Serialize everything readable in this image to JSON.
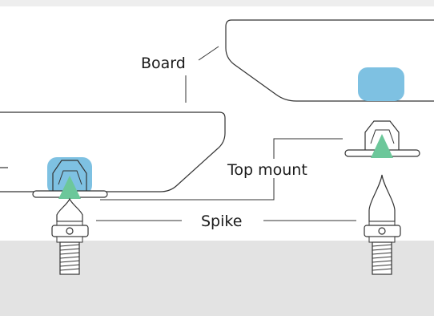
{
  "labels": {
    "board": "Board",
    "top_mount": "Top mount",
    "spike": "Spike"
  },
  "colors": {
    "background_top": "#eeeeee",
    "background_ground": "#e3e3e3",
    "board_fill": "#ffffff",
    "outline": "#333333",
    "mount_blue": "#7ec1e2",
    "cone_green": "#6cc79a"
  }
}
